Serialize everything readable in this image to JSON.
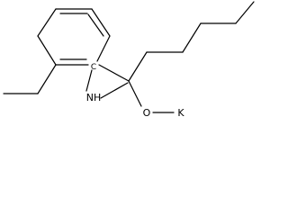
{
  "structure": {
    "atoms": {
      "ring_carbon": "C",
      "nitrogen": "NH",
      "oxygen": "O",
      "potassium": "K"
    },
    "colors": {
      "bond": "#000000",
      "label": "#000000",
      "background": "#ffffff"
    }
  }
}
